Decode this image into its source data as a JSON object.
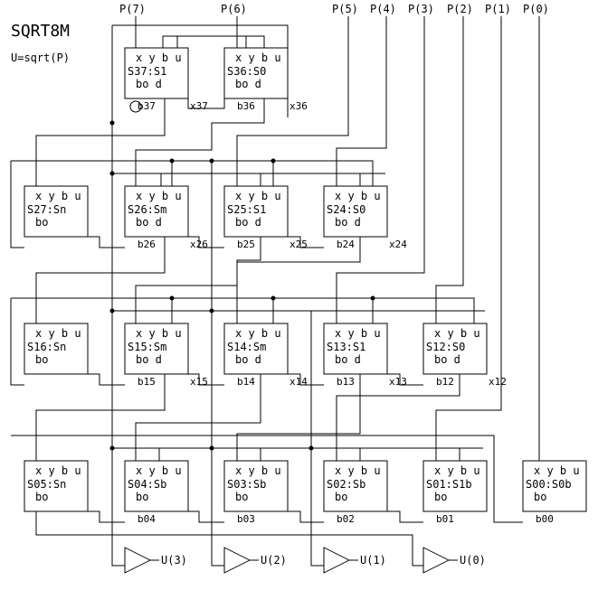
{
  "title": "SQRT8M",
  "subtitle": "U=sqrt(P)",
  "inputs": [
    "P(7)",
    "P(6)",
    "P(5)",
    "P(4)",
    "P(3)",
    "P(2)",
    "P(1)",
    "P(0)"
  ],
  "cells": [
    {
      "id": "S37",
      "name": "S37:S1",
      "ports_top": "x y b u",
      "ports_bottom": "bo  d",
      "out_b": "b37",
      "out_x": "x37"
    },
    {
      "id": "S36",
      "name": "S36:S0",
      "ports_top": "x y b u",
      "ports_bottom": "bo  d",
      "out_b": "b36",
      "out_x": "x36"
    },
    {
      "id": "S27",
      "name": "S27:Sn",
      "ports_top": "x y b u",
      "ports_bottom": "bo",
      "out_b": "",
      "out_x": ""
    },
    {
      "id": "S26",
      "name": "S26:Sm",
      "ports_top": "x y b u",
      "ports_bottom": "bo  d",
      "out_b": "b26",
      "out_x": "x26"
    },
    {
      "id": "S25",
      "name": "S25:S1",
      "ports_top": "x y b u",
      "ports_bottom": "bo  d",
      "out_b": "b25",
      "out_x": "x25"
    },
    {
      "id": "S24",
      "name": "S24:S0",
      "ports_top": "x y b u",
      "ports_bottom": "bo  d",
      "out_b": "b24",
      "out_x": "x24"
    },
    {
      "id": "S16",
      "name": "S16:Sn",
      "ports_top": "x y b u",
      "ports_bottom": "bo",
      "out_b": "",
      "out_x": ""
    },
    {
      "id": "S15",
      "name": "S15:Sm",
      "ports_top": "x y b u",
      "ports_bottom": "bo  d",
      "out_b": "b15",
      "out_x": "x15"
    },
    {
      "id": "S14",
      "name": "S14:Sm",
      "ports_top": "x y b u",
      "ports_bottom": "bo  d",
      "out_b": "b14",
      "out_x": "x14"
    },
    {
      "id": "S13",
      "name": "S13:S1",
      "ports_top": "x y b u",
      "ports_bottom": "bo  d",
      "out_b": "b13",
      "out_x": "x13"
    },
    {
      "id": "S12",
      "name": "S12:S0",
      "ports_top": "x y b u",
      "ports_bottom": "bo  d",
      "out_b": "b12",
      "out_x": "x12"
    },
    {
      "id": "S05",
      "name": "S05:Sn",
      "ports_top": "x y b u",
      "ports_bottom": "bo",
      "out_b": "",
      "out_x": ""
    },
    {
      "id": "S04",
      "name": "S04:Sb",
      "ports_top": "x y b u",
      "ports_bottom": "bo",
      "out_b": "b04",
      "out_x": ""
    },
    {
      "id": "S03",
      "name": "S03:Sb",
      "ports_top": "x y b u",
      "ports_bottom": "bo",
      "out_b": "b03",
      "out_x": ""
    },
    {
      "id": "S02",
      "name": "S02:Sb",
      "ports_top": "x y b u",
      "ports_bottom": "bo",
      "out_b": "b02",
      "out_x": ""
    },
    {
      "id": "S01",
      "name": "S01:S1b",
      "ports_top": "x y b u",
      "ports_bottom": "bo",
      "out_b": "b01",
      "out_x": ""
    },
    {
      "id": "S00",
      "name": "S00:S0b",
      "ports_top": "x y b u",
      "ports_bottom": "bo",
      "out_b": "b00",
      "out_x": ""
    }
  ],
  "outputs": [
    "U(3)",
    "U(2)",
    "U(1)",
    "U(0)"
  ]
}
